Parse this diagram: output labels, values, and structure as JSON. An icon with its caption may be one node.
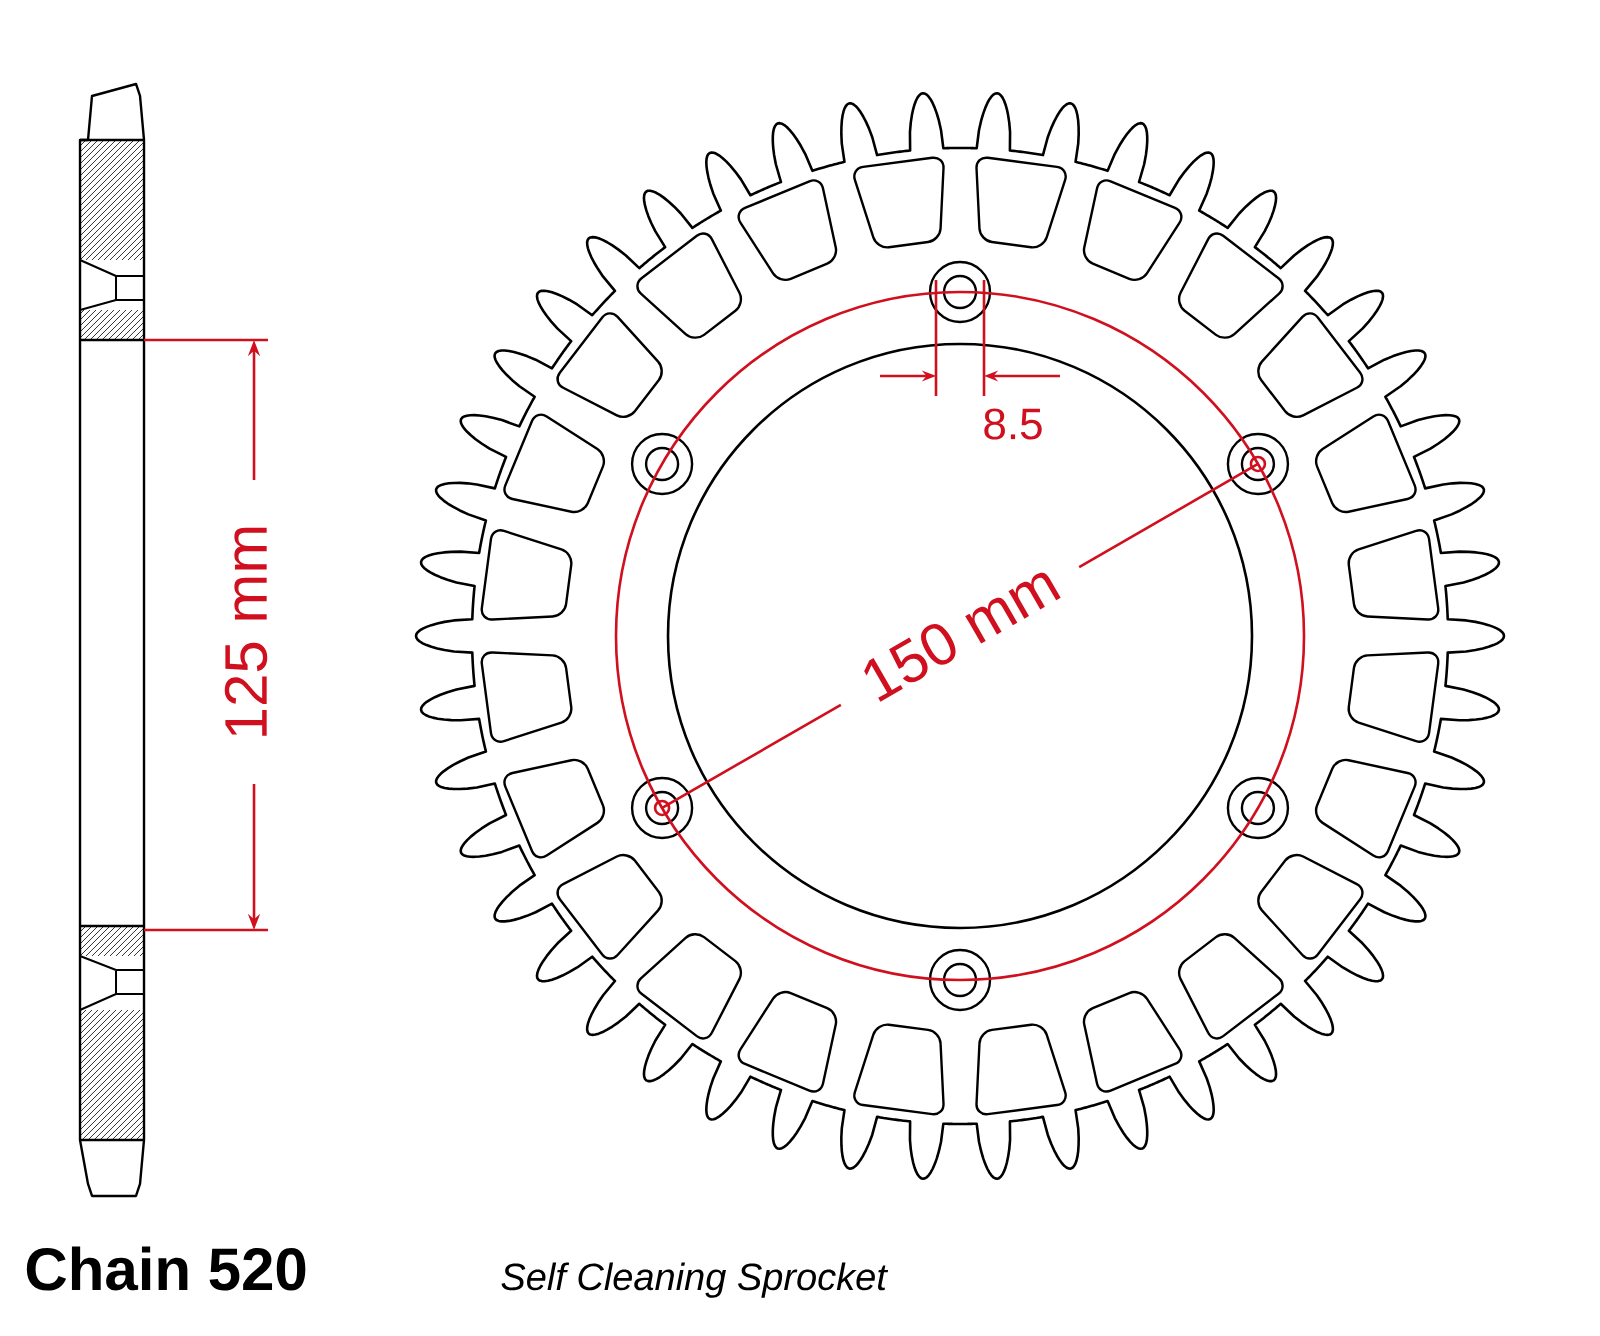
{
  "diagram": {
    "labels": [
      "Chain 520",
      "Self Cleaning Sprocket",
      "125 mm",
      "150 mm",
      "8.5"
    ]
  }
}
